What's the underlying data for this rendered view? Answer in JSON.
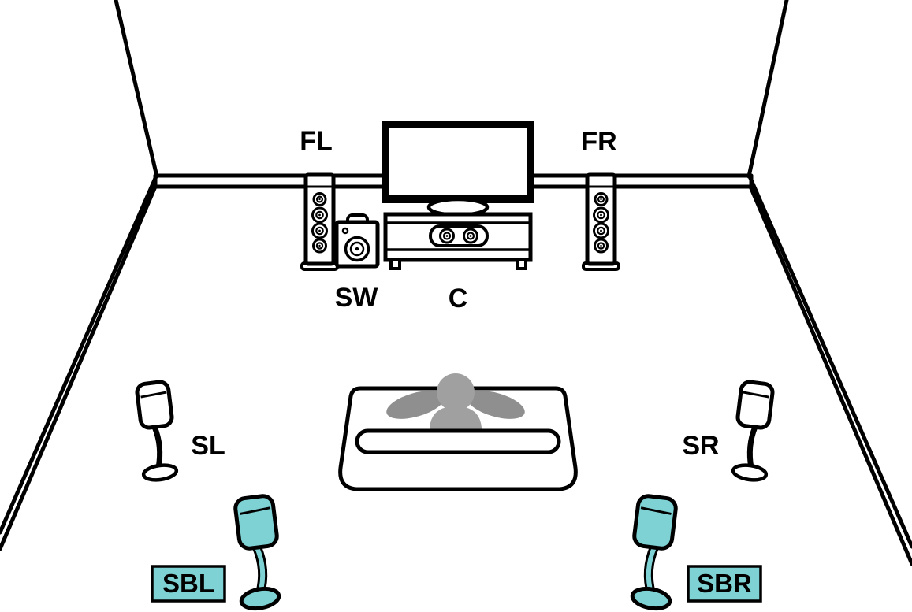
{
  "speaker_labels": {
    "front_left": "FL",
    "front_right": "FR",
    "subwoofer": "SW",
    "center": "C",
    "surround_left": "SL",
    "surround_right": "SR",
    "surround_back_left": "SBL",
    "surround_back_right": "SBR"
  },
  "colors": {
    "highlight": "#7ed2d3",
    "outline": "#000000",
    "background": "#ffffff",
    "person_body": "#a0a0a0",
    "person_arms": "#8f8f8f"
  }
}
